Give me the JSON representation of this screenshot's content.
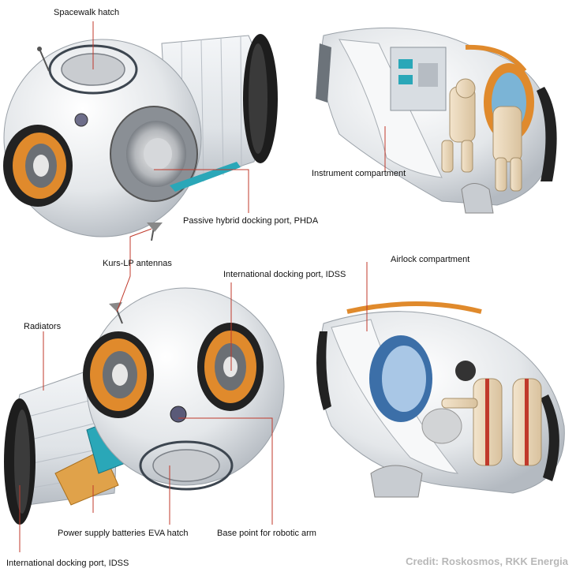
{
  "labels": {
    "spacewalk_hatch": "Spacewalk hatch",
    "instrument_compartment": "Instrument compartment",
    "passive_docking_port": "Passive hybrid docking port, PHDA",
    "kurs_antennas": "Kurs-LP antennas",
    "idss_top": "International docking port, IDSS",
    "airlock_compartment": "Airlock compartment",
    "radiators": "Radiators",
    "power_batteries": "Power supply batteries",
    "eva_hatch": "EVA hatch",
    "robotic_arm_base": "Base point for robotic arm",
    "idss_bottom": "International docking port, IDSS"
  },
  "credit": "Credit: Roskosmos, RKK Energia",
  "colors": {
    "hull": "#e6e8ea",
    "hull_shade": "#b9bec4",
    "ring_orange": "#e08a2c",
    "ring_dark": "#2a2a2a",
    "callout_line": "#c0392b",
    "solar_cyan": "#2aa7b8",
    "credit_gray": "#b8b8b8"
  }
}
